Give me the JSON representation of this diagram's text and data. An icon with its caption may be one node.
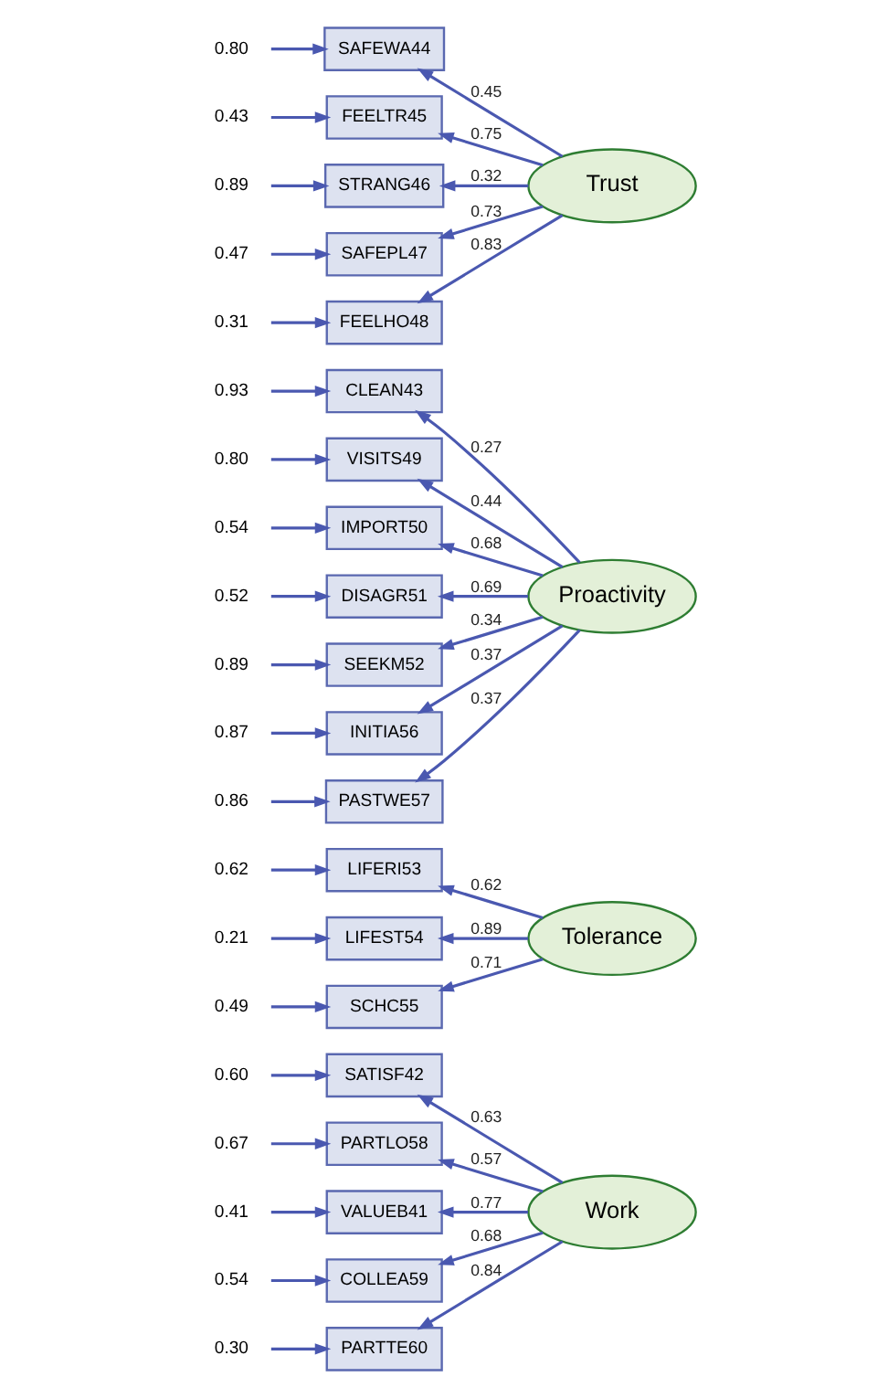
{
  "diagram": {
    "nodes": [
      {
        "text": [
          "0.80"
        ]
      },
      {
        "text": [
          "SAFEWA44"
        ]
      },
      {
        "text": [
          "0.43"
        ]
      },
      {
        "text": [
          "FEELTR45"
        ]
      },
      {
        "text": [
          "0.89"
        ]
      },
      {
        "text": [
          "STRANG46"
        ]
      },
      {
        "text": [
          "0.47"
        ]
      },
      {
        "text": [
          "SAFEPL47"
        ]
      },
      {
        "text": [
          "0.31"
        ]
      },
      {
        "text": [
          "FEELHO48"
        ]
      },
      {
        "text": [
          "Trust"
        ]
      },
      {
        "text": [
          "0.93"
        ]
      },
      {
        "text": [
          "CLEAN43"
        ]
      },
      {
        "text": [
          "0.80"
        ]
      },
      {
        "text": [
          "VISITS49"
        ]
      },
      {
        "text": [
          "0.54"
        ]
      },
      {
        "text": [
          "IMPORT50"
        ]
      },
      {
        "text": [
          "0.52"
        ]
      },
      {
        "text": [
          "DISAGR51"
        ]
      },
      {
        "text": [
          "0.89"
        ]
      },
      {
        "text": [
          "SEEKM52"
        ]
      },
      {
        "text": [
          "0.87"
        ]
      },
      {
        "text": [
          "INITIA56"
        ]
      },
      {
        "text": [
          "0.86"
        ]
      },
      {
        "text": [
          "PASTWE57"
        ]
      },
      {
        "text": [
          "Proactivity"
        ]
      },
      {
        "text": [
          "0.62"
        ]
      },
      {
        "text": [
          "LIFERI53"
        ]
      },
      {
        "text": [
          "0.21"
        ]
      },
      {
        "text": [
          "LIFEST54"
        ]
      },
      {
        "text": [
          "0.49"
        ]
      },
      {
        "text": [
          "SCHC55"
        ]
      },
      {
        "text": [
          "Tolerance"
        ]
      },
      {
        "text": [
          "0.60"
        ]
      },
      {
        "text": [
          "SATISF42"
        ]
      },
      {
        "text": [
          "0.67"
        ]
      },
      {
        "text": [
          "PARTLO58"
        ]
      },
      {
        "text": [
          "0.41"
        ]
      },
      {
        "text": [
          "VALUEB41"
        ]
      },
      {
        "text": [
          "0.54"
        ]
      },
      {
        "text": [
          "COLLEA59"
        ]
      },
      {
        "text": [
          "0.30"
        ]
      },
      {
        "text": [
          "PARTTE60"
        ]
      },
      {
        "text": [
          "Work"
        ]
      }
    ],
    "edges": [
      {
        "from": 0,
        "to": 1,
        "arrow": "to"
      },
      {
        "from": 2,
        "to": 3,
        "arrow": "to"
      },
      {
        "from": 4,
        "to": 5,
        "arrow": "to"
      },
      {
        "from": 6,
        "to": 7,
        "arrow": "to"
      },
      {
        "from": 8,
        "to": 9,
        "arrow": "to"
      },
      {
        "from": 10,
        "to": 1,
        "arrow": "to",
        "label": "0.45"
      },
      {
        "from": 10,
        "to": 3,
        "arrow": "to",
        "label": "0.75"
      },
      {
        "from": 10,
        "to": 5,
        "arrow": "to",
        "label": "0.32"
      },
      {
        "from": 10,
        "to": 7,
        "arrow": "to",
        "label": "0.73"
      },
      {
        "from": 10,
        "to": 9,
        "arrow": "to",
        "label": "0.83"
      },
      {
        "from": 11,
        "to": 12,
        "arrow": "to"
      },
      {
        "from": 13,
        "to": 14,
        "arrow": "to"
      },
      {
        "from": 15,
        "to": 16,
        "arrow": "to"
      },
      {
        "from": 17,
        "to": 18,
        "arrow": "to"
      },
      {
        "from": 19,
        "to": 20,
        "arrow": "to"
      },
      {
        "from": 21,
        "to": 22,
        "arrow": "to"
      },
      {
        "from": 23,
        "to": 24,
        "arrow": "to"
      },
      {
        "from": 25,
        "to": 12,
        "arrow": "to",
        "label": "0.27"
      },
      {
        "from": 25,
        "to": 14,
        "arrow": "to",
        "label": "0.44"
      },
      {
        "from": 25,
        "to": 16,
        "arrow": "to",
        "label": "0.68"
      },
      {
        "from": 25,
        "to": 18,
        "arrow": "to",
        "label": "0.69"
      },
      {
        "from": 25,
        "to": 20,
        "arrow": "to",
        "label": "0.34"
      },
      {
        "from": 25,
        "to": 22,
        "arrow": "to",
        "label": "0.37"
      },
      {
        "from": 25,
        "to": 24,
        "arrow": "to",
        "label": "0.37"
      },
      {
        "from": 26,
        "to": 27,
        "arrow": "to"
      },
      {
        "from": 28,
        "to": 29,
        "arrow": "to"
      },
      {
        "from": 30,
        "to": 31,
        "arrow": "to"
      },
      {
        "from": 32,
        "to": 27,
        "arrow": "to",
        "label": "0.62"
      },
      {
        "from": 32,
        "to": 29,
        "arrow": "to",
        "label": "0.89"
      },
      {
        "from": 32,
        "to": 31,
        "arrow": "to",
        "label": "0.71"
      },
      {
        "from": 33,
        "to": 34,
        "arrow": "to"
      },
      {
        "from": 35,
        "to": 36,
        "arrow": "to"
      },
      {
        "from": 37,
        "to": 38,
        "arrow": "to"
      },
      {
        "from": 39,
        "to": 40,
        "arrow": "to"
      },
      {
        "from": 41,
        "to": 42,
        "arrow": "to"
      },
      {
        "from": 43,
        "to": 34,
        "arrow": "to",
        "label": "0.63"
      },
      {
        "from": 43,
        "to": 36,
        "arrow": "to",
        "label": "0.57"
      },
      {
        "from": 43,
        "to": 38,
        "arrow": "to",
        "label": "0.77"
      },
      {
        "from": 43,
        "to": 40,
        "arrow": "to",
        "label": "0.68"
      },
      {
        "from": 43,
        "to": 42,
        "arrow": "to",
        "label": "0.84"
      }
    ]
  }
}
